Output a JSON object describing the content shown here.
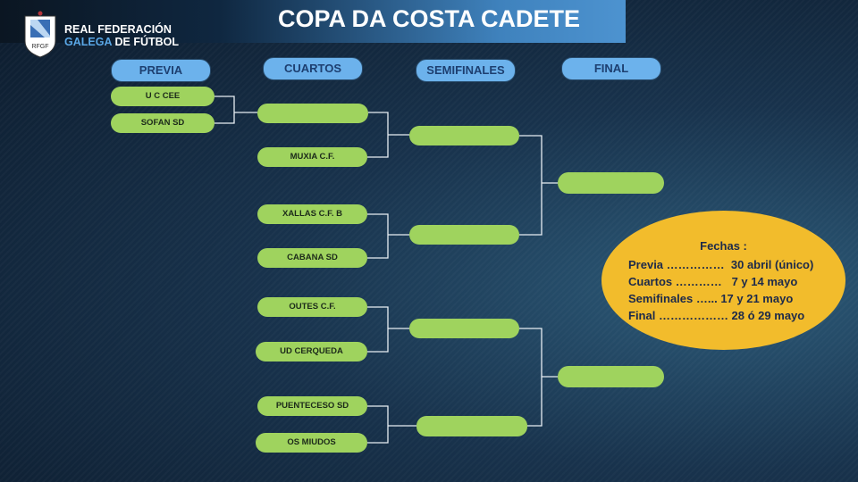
{
  "header": {
    "title": "COPA DA COSTA CADETE",
    "org_line1": "REAL FEDERACIÓN",
    "org_line2a": "GALEGA",
    "org_line2b": " DE FÚTBOL",
    "logo_text": "RFGF"
  },
  "rounds": [
    "PREVIA",
    "CUARTOS",
    "SEMIFINALES",
    "FINAL"
  ],
  "previa": [
    "U C CEE",
    "SOFAN SD"
  ],
  "cuartos": [
    "",
    "MUXIA C.F.",
    "XALLAS C.F. B",
    "CABANA SD",
    "OUTES C.F.",
    "UD CERQUEDA",
    "PUENTECESO SD",
    "OS MIUDOS"
  ],
  "semifinales": [
    "",
    "",
    "",
    ""
  ],
  "final": [
    "",
    ""
  ],
  "fechas": {
    "title": "Fechas :",
    "rows": [
      "Previa ……………  30 abril (único)",
      "Cuartos …………   7 y 14 mayo",
      "Semifinales …... 17 y 21 mayo",
      "Final ……………… 28 ó 29 mayo"
    ]
  },
  "colors": {
    "pill": "#9fd35e",
    "header": "#6cb2ec",
    "ellipse": "#f2bc2c"
  }
}
